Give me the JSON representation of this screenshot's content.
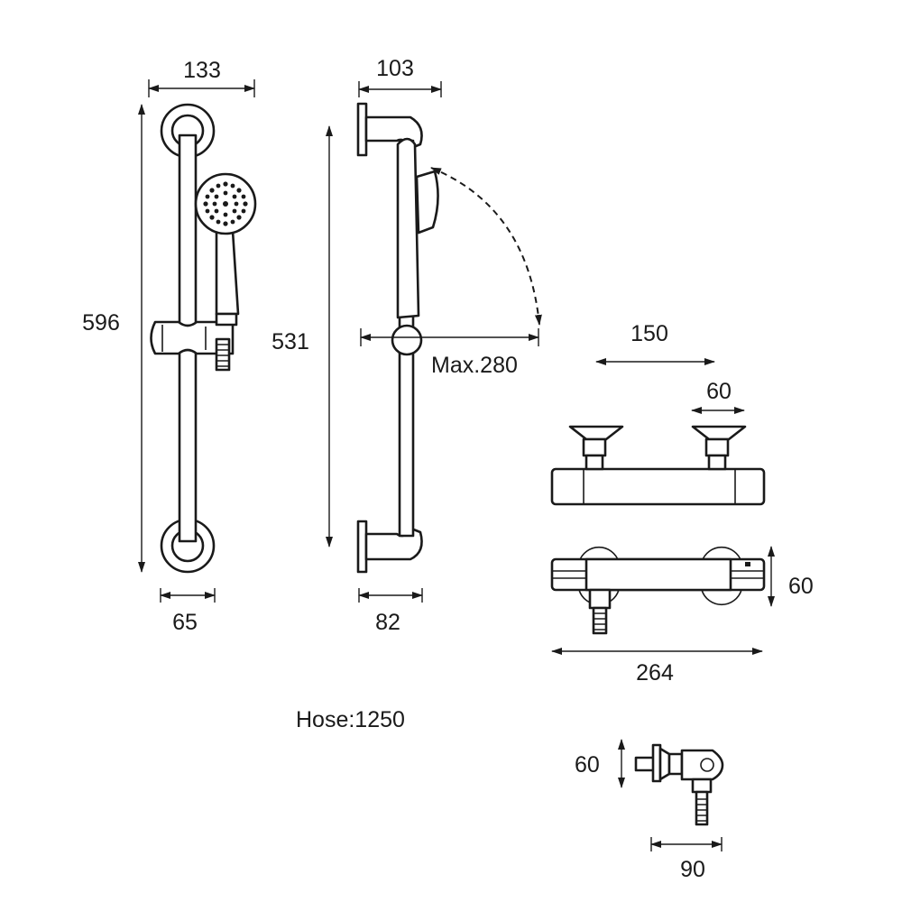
{
  "dimensions": {
    "rail_width": "133",
    "rail_height": "596",
    "bracket_width": "65",
    "side_depth": "103",
    "side_height": "531",
    "arm_reach": "Max.280",
    "side_base_depth": "82",
    "valve_centres": "150",
    "valve_inlet_width": "60",
    "valve_height": "60",
    "valve_width": "264",
    "hose_length": "Hose:1250",
    "end_view_height": "60",
    "end_view_depth": "90"
  },
  "colors": {
    "line": "#1a1a1a",
    "background": "#ffffff"
  }
}
